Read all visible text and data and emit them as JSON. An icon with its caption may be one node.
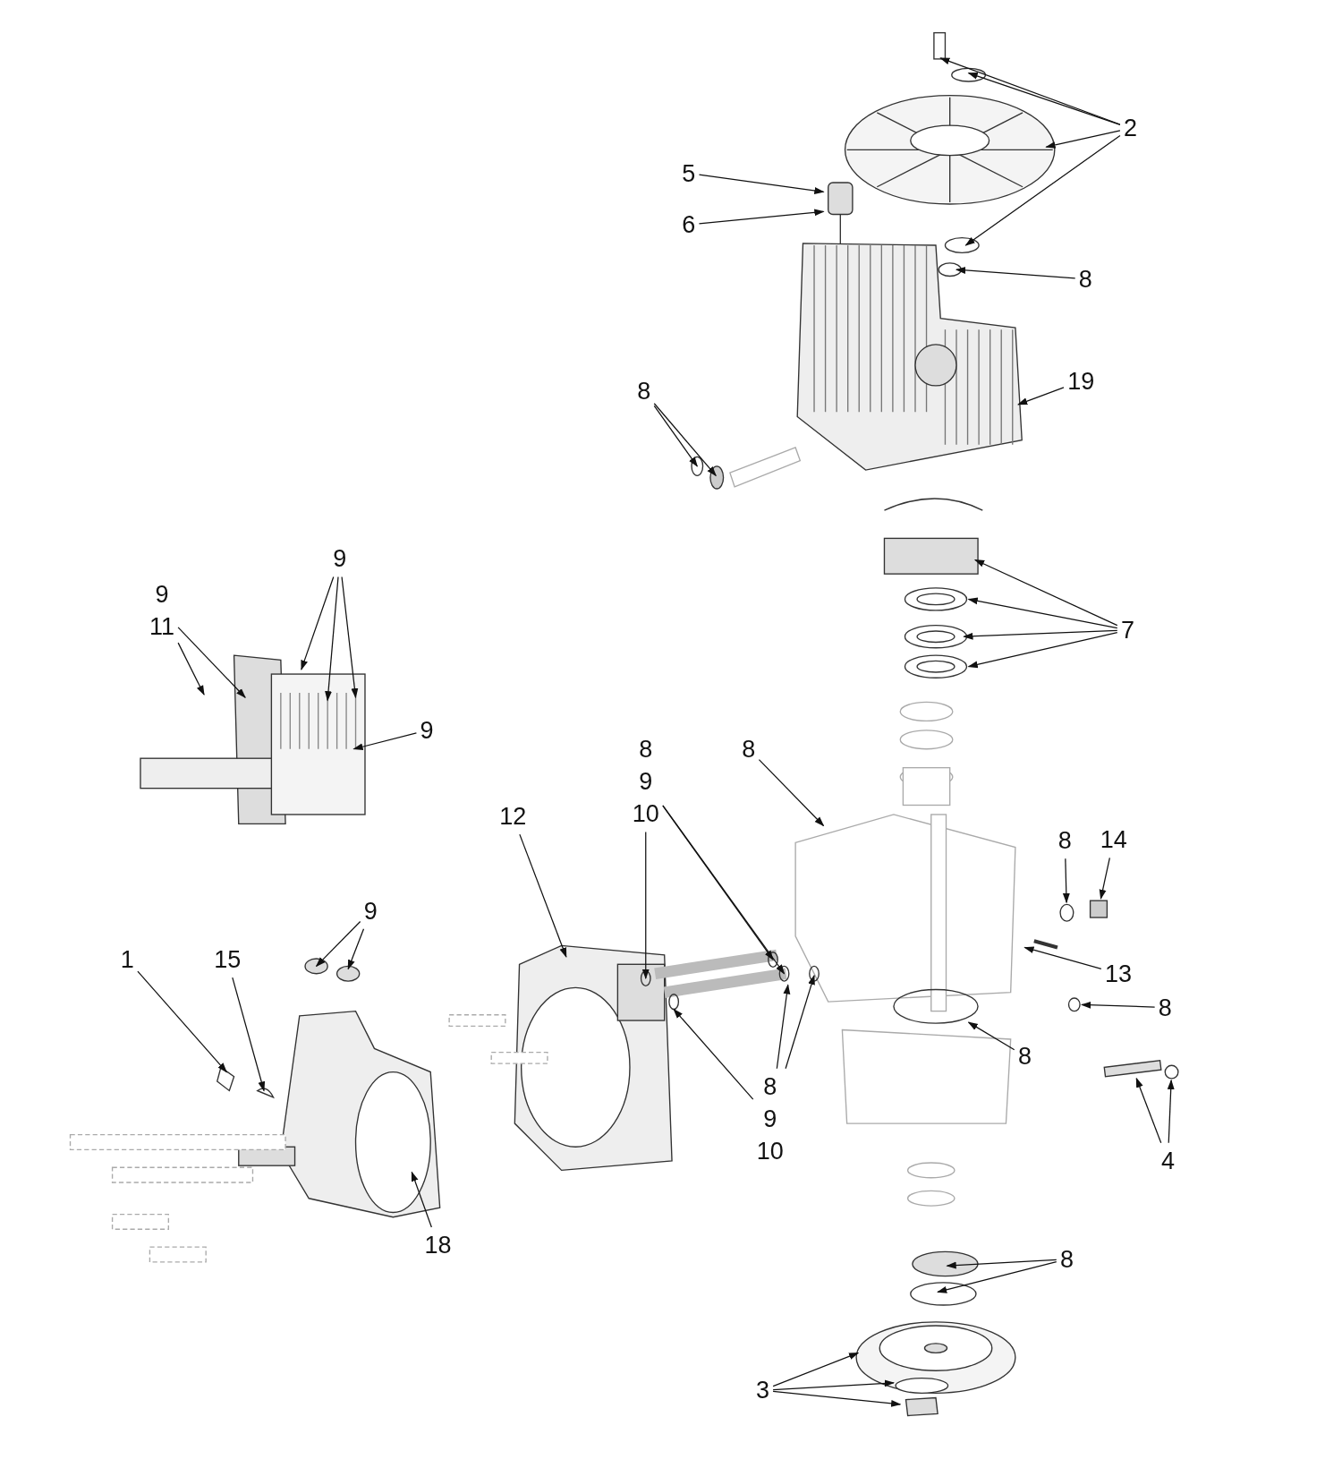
{
  "diagram": {
    "nodes": [
      {
        "text": [
          "2"
        ]
      },
      {
        "text": [
          "5"
        ]
      },
      {
        "text": [
          "6"
        ]
      },
      {
        "text": [
          "8"
        ]
      },
      {
        "text": [
          "19"
        ]
      },
      {
        "text": [
          "8"
        ]
      },
      {
        "text": [
          "9"
        ]
      },
      {
        "text": [
          "9",
          "11"
        ]
      },
      {
        "text": [
          "7"
        ]
      },
      {
        "text": [
          "9"
        ]
      },
      {
        "text": [
          "8"
        ]
      },
      {
        "text": [
          "8",
          "9",
          "10"
        ]
      },
      {
        "text": [
          "12"
        ]
      },
      {
        "text": [
          "8"
        ]
      },
      {
        "text": [
          "14"
        ]
      },
      {
        "text": [
          "9"
        ]
      },
      {
        "text": [
          "1"
        ]
      },
      {
        "text": [
          "15"
        ]
      },
      {
        "text": [
          "13"
        ]
      },
      {
        "text": [
          "8"
        ]
      },
      {
        "text": [
          "8"
        ]
      },
      {
        "text": [
          "8",
          "9",
          "10"
        ]
      },
      {
        "text": [
          "4"
        ]
      },
      {
        "text": [
          "18"
        ]
      },
      {
        "text": [
          "8"
        ]
      },
      {
        "text": [
          "3"
        ]
      },
      {
        "text": [],
        "shape": "box"
      },
      {
        "text": [],
        "shape": "circle"
      },
      {
        "text": [],
        "shape": "circle"
      },
      {
        "text": [],
        "shape": "circle"
      },
      {
        "text": [],
        "shape": "bar"
      }
    ],
    "edges": [
      {
        "from": 0,
        "to": null,
        "arrow": "to"
      },
      {
        "from": 0,
        "to": null,
        "arrow": "to"
      },
      {
        "from": 0,
        "to": null,
        "arrow": "to"
      },
      {
        "from": 0,
        "to": null,
        "arrow": "to"
      },
      {
        "from": 1,
        "to": null,
        "arrow": "to"
      },
      {
        "from": 2,
        "to": null,
        "arrow": "to"
      },
      {
        "from": 3,
        "to": null,
        "arrow": "to"
      },
      {
        "from": 4,
        "to": null,
        "arrow": "to"
      },
      {
        "from": 5,
        "to": null,
        "arrow": "to"
      },
      {
        "from": 5,
        "to": null,
        "arrow": "to"
      },
      {
        "from": 6,
        "to": null,
        "arrow": "to"
      },
      {
        "from": 6,
        "to": null,
        "arrow": "to"
      },
      {
        "from": 6,
        "to": null,
        "arrow": "to"
      },
      {
        "from": 7,
        "to": null,
        "arrow": "to"
      },
      {
        "from": 7,
        "to": null,
        "arrow": "to"
      },
      {
        "from": 8,
        "to": null,
        "arrow": "to"
      },
      {
        "from": 8,
        "to": null,
        "arrow": "to"
      },
      {
        "from": 8,
        "to": null,
        "arrow": "to"
      },
      {
        "from": 8,
        "to": null,
        "arrow": "to"
      },
      {
        "from": 9,
        "to": null,
        "arrow": "to"
      },
      {
        "from": 10,
        "to": null,
        "arrow": "to"
      },
      {
        "from": 11,
        "to": null,
        "arrow": "to"
      },
      {
        "from": 11,
        "to": null,
        "arrow": "to"
      },
      {
        "from": 11,
        "to": null,
        "arrow": "to"
      },
      {
        "from": 12,
        "to": null,
        "arrow": "to"
      },
      {
        "from": 13,
        "to": 29,
        "arrow": "to"
      },
      {
        "from": 14,
        "to": 26,
        "arrow": "to"
      },
      {
        "from": 15,
        "to": null,
        "arrow": "to"
      },
      {
        "from": 15,
        "to": null,
        "arrow": "to"
      },
      {
        "from": 16,
        "to": null,
        "arrow": "to"
      },
      {
        "from": 17,
        "to": null,
        "arrow": "to"
      },
      {
        "from": 18,
        "to": null,
        "arrow": "to"
      },
      {
        "from": 19,
        "to": 27,
        "arrow": "to"
      },
      {
        "from": 20,
        "to": null,
        "arrow": "to"
      },
      {
        "from": 21,
        "to": null,
        "arrow": "to"
      },
      {
        "from": 21,
        "to": null,
        "arrow": "to"
      },
      {
        "from": 21,
        "to": null,
        "arrow": "to"
      },
      {
        "from": 22,
        "to": 30,
        "arrow": "to"
      },
      {
        "from": 22,
        "to": 28,
        "arrow": "to"
      },
      {
        "from": 23,
        "to": null,
        "arrow": "to"
      },
      {
        "from": 24,
        "to": null,
        "arrow": "to"
      },
      {
        "from": 24,
        "to": null,
        "arrow": "to"
      },
      {
        "from": 25,
        "to": null,
        "arrow": "to"
      },
      {
        "from": 25,
        "to": null,
        "arrow": "to"
      },
      {
        "from": 25,
        "to": null,
        "arrow": "to"
      }
    ]
  }
}
